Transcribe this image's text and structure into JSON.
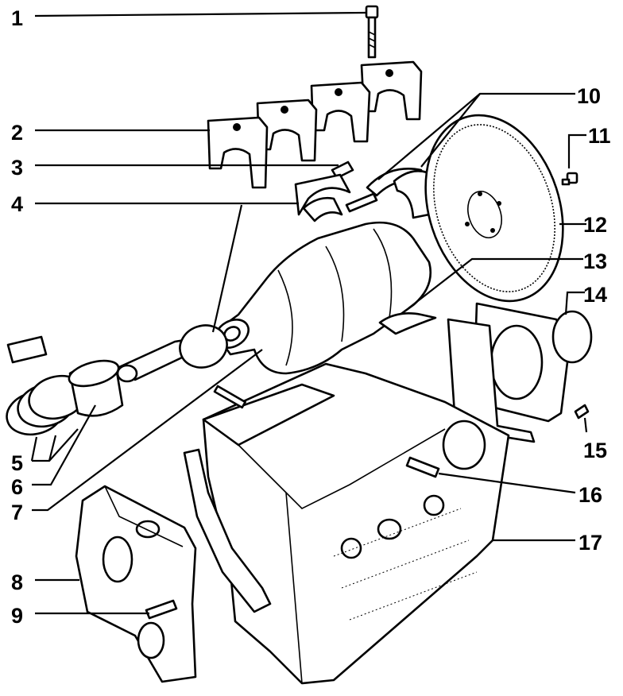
{
  "callouts": [
    {
      "n": "1"
    },
    {
      "n": "2"
    },
    {
      "n": "3"
    },
    {
      "n": "4"
    },
    {
      "n": "5"
    },
    {
      "n": "6"
    },
    {
      "n": "7"
    },
    {
      "n": "8"
    },
    {
      "n": "9"
    },
    {
      "n": "10"
    },
    {
      "n": "11"
    },
    {
      "n": "12"
    },
    {
      "n": "13"
    },
    {
      "n": "14"
    },
    {
      "n": "15"
    },
    {
      "n": "16"
    },
    {
      "n": "17"
    }
  ]
}
